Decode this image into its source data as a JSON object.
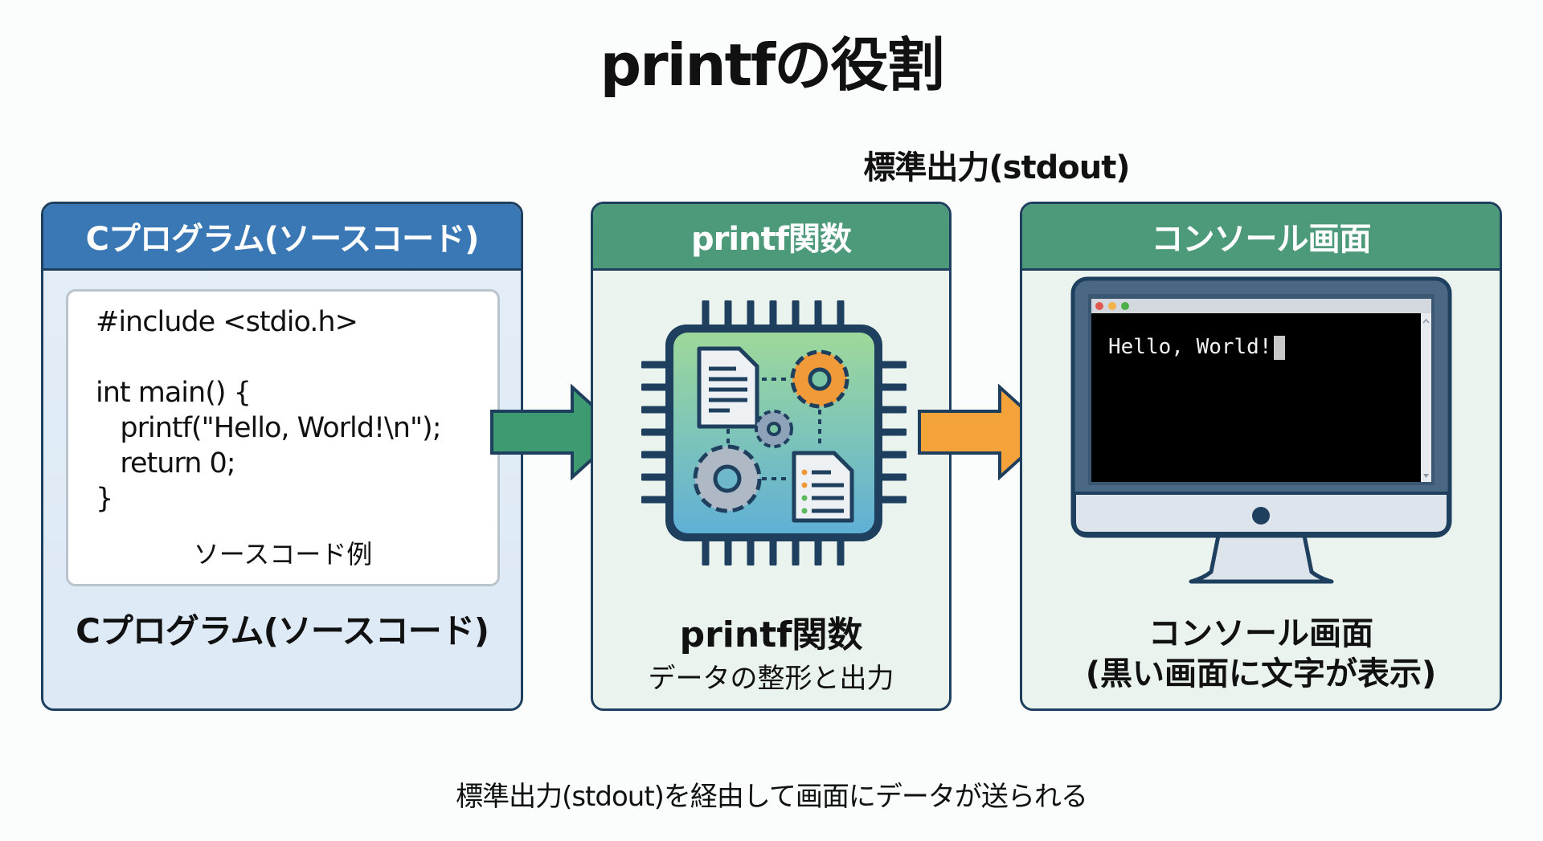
{
  "title": "printfの役割",
  "stdout_label": "標準出力(stdout)",
  "panels": [
    {
      "header": "Cプログラム(ソースコード)",
      "code_lines": [
        "#include <stdio.h>",
        "",
        "int main() {",
        "   printf(\"Hello, World!\\n\");",
        "   return 0;",
        "}"
      ],
      "code_caption": "ソースコード例",
      "label": "Cプログラム(ソースコード)"
    },
    {
      "header": "printf関数",
      "label": "printf関数",
      "sublabel": "データの整形と出力"
    },
    {
      "header": "コンソール画面",
      "terminal_output": "Hello, World!",
      "label_line1": "コンソール画面",
      "label_line2": "(黒い画面に文字が表示)"
    }
  ],
  "arrows": [
    {
      "from": "Cプログラム",
      "to": "printf関数",
      "color": "#3e9a70"
    },
    {
      "from": "printf関数",
      "to": "コンソール画面",
      "color": "#f4a23a"
    }
  ],
  "caption": "標準出力(stdout)を経由して画面にデータが送られる",
  "colors": {
    "blue_header": "#3a78b5",
    "green_header": "#4c9a7a",
    "outline": "#1f3f5e",
    "green_arrow": "#3e9a70",
    "orange_arrow": "#f4a23a"
  }
}
